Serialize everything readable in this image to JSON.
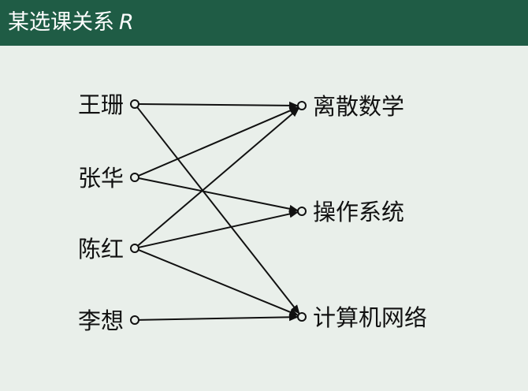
{
  "header": {
    "title": "某选课关系",
    "variable": "R"
  },
  "colors": {
    "header_bg": "#1f5c45",
    "header_text": "#ffffff",
    "background": "#e9efea",
    "ink": "#111111"
  },
  "students": [
    {
      "id": "s1",
      "label": "王珊"
    },
    {
      "id": "s2",
      "label": "张华"
    },
    {
      "id": "s3",
      "label": "陈红"
    },
    {
      "id": "s4",
      "label": "李想"
    }
  ],
  "courses": [
    {
      "id": "c1",
      "label": "离散数学"
    },
    {
      "id": "c2",
      "label": "操作系统"
    },
    {
      "id": "c3",
      "label": "计算机网络"
    }
  ],
  "relations": [
    {
      "from": "s1",
      "to": "c1"
    },
    {
      "from": "s1",
      "to": "c3"
    },
    {
      "from": "s2",
      "to": "c1"
    },
    {
      "from": "s2",
      "to": "c2"
    },
    {
      "from": "s3",
      "to": "c1"
    },
    {
      "from": "s3",
      "to": "c2"
    },
    {
      "from": "s3",
      "to": "c3"
    },
    {
      "from": "s4",
      "to": "c3"
    }
  ]
}
